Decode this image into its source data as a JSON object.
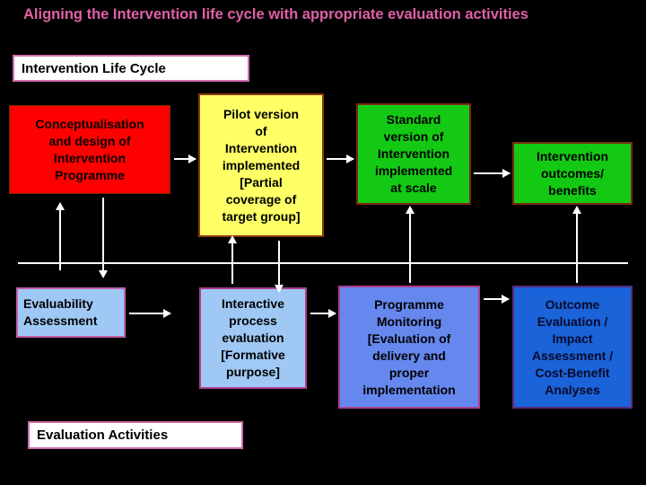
{
  "slide": {
    "title": "Aligning the Intervention life cycle  with appropriate evaluation activities",
    "title_color": "#e060a8",
    "background_color": "#000000"
  },
  "banners": {
    "lifecycle": "Intervention Life Cycle",
    "evaluation_activities": "Evaluation Activities"
  },
  "lifecycle_row": [
    {
      "id": "conceptualisation",
      "label": "Conceptualisation\nand design of\nIntervention\nProgramme",
      "color": "#ff0000"
    },
    {
      "id": "pilot",
      "label": "Pilot version\nof\nIntervention\nimplemented\n[Partial\ncoverage of\ntarget group]",
      "color": "#ffff66"
    },
    {
      "id": "standard",
      "label": "Standard\nversion of\nIntervention\nimplemented\nat scale",
      "color": "#14c914"
    },
    {
      "id": "outcomes",
      "label": "Intervention\noutcomes/\nbenefits",
      "color": "#14c914"
    }
  ],
  "evaluation_row": [
    {
      "id": "evaluability",
      "label": "Evaluability\nAssessment",
      "color": "#9fc8f5"
    },
    {
      "id": "interactive",
      "label": "Interactive\nprocess\nevaluation\n[Formative\npurpose]",
      "color": "#9fc8f5"
    },
    {
      "id": "monitoring",
      "label": "Programme\nMonitoring\n[Evaluation of\ndelivery and\nproper\nimplementation",
      "color": "#6688ee"
    },
    {
      "id": "outcome_evaluation",
      "label": "Outcome\nEvaluation /\nImpact\nAssessment /\nCost-Benefit\nAnalyses",
      "color": "#1a63d8"
    }
  ],
  "connectors": {
    "arrow_color": "#ffffff",
    "divider_label": "",
    "flow_arrows": [
      "conceptualisation-to-pilot",
      "pilot-to-standard",
      "standard-to-outcomes",
      "evaluability-to-interactive",
      "interactive-to-monitoring",
      "monitoring-to-outcome-evaluation"
    ],
    "cross_arrows": [
      "evaluability-up-to-conceptualisation",
      "conceptualisation-down-to-evaluation",
      "interactive-up-to-pilot",
      "pilot-down-to-interactive",
      "monitoring-up-to-standard",
      "outcome-evaluation-up-to-outcomes"
    ]
  }
}
